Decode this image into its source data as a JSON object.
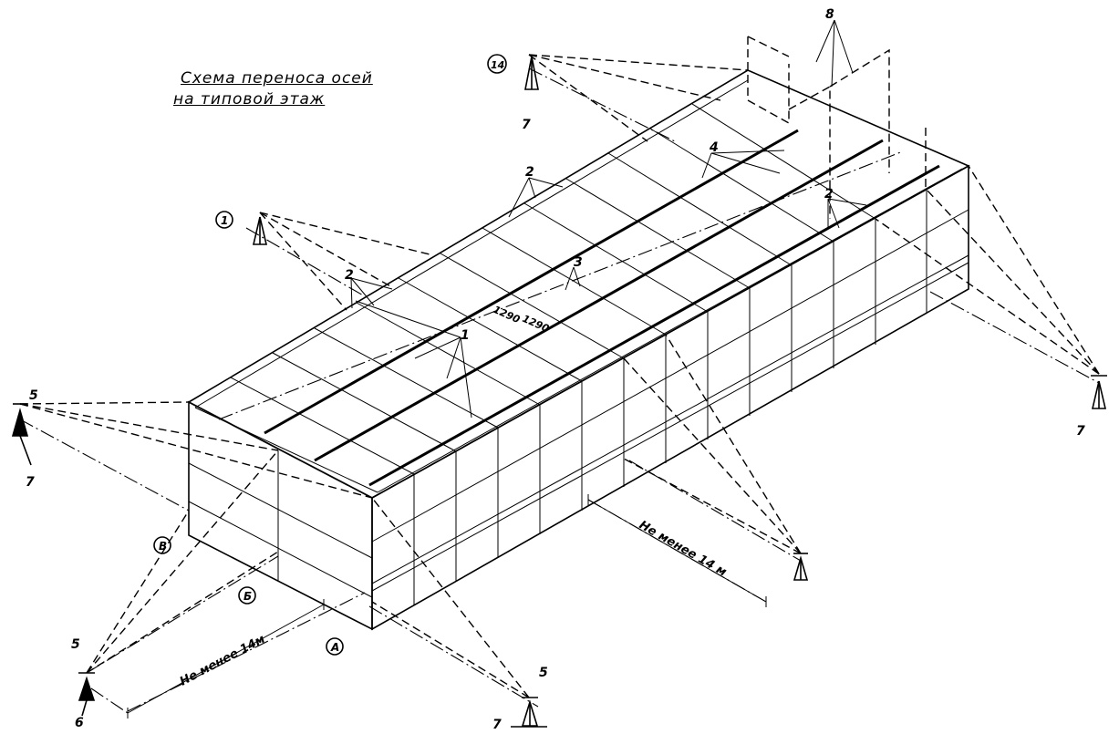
{
  "title": {
    "line1": "Схема переноса осей",
    "line2": "на типовой этаж"
  },
  "axis_marks": {
    "top_left": "1",
    "top_right": "14",
    "left_back": "В",
    "left_mid": "Б",
    "left_front": "А"
  },
  "callouts": {
    "c1": "1",
    "c2a": "2",
    "c2b": "2",
    "c2c": "2",
    "c3": "3",
    "c4": "4",
    "c5a": "5",
    "c5b": "5",
    "c5c": "5",
    "c6": "6",
    "c7a": "7",
    "c7b": "7",
    "c7c": "7",
    "c7d": "7",
    "c8": "8"
  },
  "dimensions": {
    "roof_a": "1290",
    "roof_b": "1290",
    "dist_front": "Не менее 14м",
    "dist_side": "Не менее 14 м"
  }
}
